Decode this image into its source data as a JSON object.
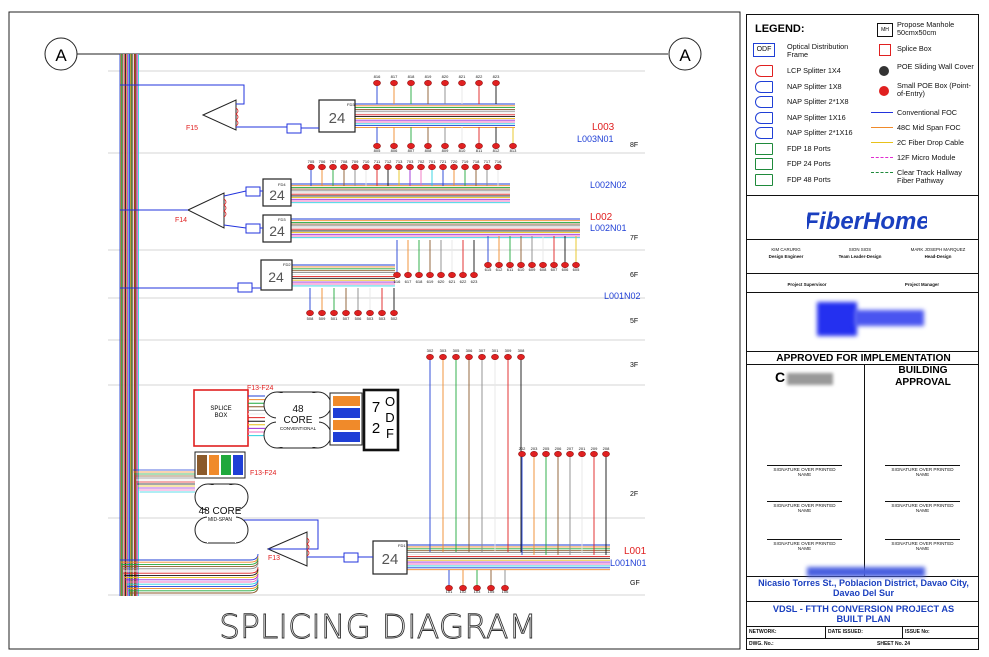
{
  "diagram": {
    "title": "SPLICING DIAGRAM",
    "grid_marker": "A",
    "floors": [
      "8F",
      "7F",
      "6F",
      "5F",
      "3F",
      "2F",
      "GF"
    ],
    "circuits": {
      "l003": "L003",
      "l003n01": "L003N01",
      "l002n02": "L002N02",
      "l002": "L002",
      "l002n01": "L002N01",
      "l001n02": "L001N02",
      "l001": "L001",
      "l001n01": "L001N01"
    },
    "fiber_labels": {
      "f15": "F15",
      "f14": "F14",
      "f13": "F13",
      "f13_f24a": "F13-F24",
      "f13_f24b": "F13-F24"
    },
    "splitter_text": "1x16",
    "fdp": {
      "fdp_a": "FD3",
      "fdp_b": "FD4",
      "fdp_c": "FD3",
      "fdp_d": "FD2",
      "fdp_e": "FD1",
      "ports": "24"
    },
    "splice_box": "SPLICE BOX",
    "core48_conv": {
      "line1": "48",
      "line2": "CORE",
      "line3": "CONVENTIONAL"
    },
    "core48_mid": {
      "line1": "48 CORE",
      "line2": "MID-SPAN"
    },
    "odf": {
      "a": "7",
      "b": "2",
      "c": "O",
      "d": "D",
      "e": "F"
    },
    "units": {
      "row8_top": [
        "816",
        "817",
        "818",
        "819",
        "820",
        "821",
        "822",
        "823"
      ],
      "row8_bot": [
        "805",
        "806",
        "807",
        "808",
        "809",
        "810",
        "811",
        "812",
        "813"
      ],
      "row7_top": [
        "705",
        "706",
        "707",
        "708",
        "709",
        "710",
        "711",
        "712",
        "713",
        "703",
        "702",
        "701",
        "721",
        "720",
        "719",
        "718",
        "717",
        "716"
      ],
      "row6": [
        "616",
        "617",
        "618",
        "619",
        "620",
        "621",
        "622",
        "623"
      ],
      "row6_right": [
        "615",
        "612",
        "611",
        "610",
        "609",
        "608",
        "607",
        "606",
        "605"
      ],
      "row5": [
        "508",
        "509",
        "501",
        "507",
        "506",
        "503",
        "503",
        "502"
      ],
      "row3": [
        "302",
        "303",
        "305",
        "306",
        "307",
        "301",
        "309",
        "308"
      ],
      "row2": [
        "202",
        "203",
        "205",
        "206",
        "207",
        "201",
        "209",
        "208"
      ],
      "rowgf": [
        "101",
        "102",
        "103",
        "105",
        "106"
      ]
    }
  },
  "legend": {
    "title": "LEGEND:",
    "items": [
      {
        "code": "ODF",
        "label": "Optical Distribution Frame"
      },
      {
        "label": "LCP Splitter 1X4"
      },
      {
        "label": "NAP Splitter 1X8"
      },
      {
        "label": "NAP Splitter 2*1X8"
      },
      {
        "label": "NAP Splitter 1X16"
      },
      {
        "label": "NAP Splitter 2*1X16"
      },
      {
        "label": "FDP 18 Ports"
      },
      {
        "label": "FDP 24 Ports"
      },
      {
        "label": "FDP 48 Ports"
      }
    ],
    "right_items": [
      {
        "code": "MH",
        "label": "Propose Manhole 50cmx50cm"
      },
      {
        "label": "Splice Box"
      },
      {
        "label": "POE Sliding Wall Cover"
      },
      {
        "label": "Small POE Box (Point-of-Entry)"
      }
    ],
    "lines": [
      {
        "label": "Conventional FOC",
        "color": "#2233dd"
      },
      {
        "label": "48C Mid Span FOC",
        "color": "#f08a2a"
      },
      {
        "label": "2C Fiber Drop Cable",
        "color": "#e8c21a"
      },
      {
        "label": "12F Micro Module",
        "color": "#e02bd0"
      },
      {
        "label": "Clear Track Hallway Fiber Pathway",
        "color": "#1f8a3b"
      }
    ]
  },
  "titleblock": {
    "logo": "FiberHome",
    "sign_names": [
      {
        "name": "KIM CARURIG",
        "role": "Design Engineer"
      },
      {
        "name": "SION SIOS",
        "role": "Team Leader-Design"
      },
      {
        "name": "MARK JOSEPH MARQUEZ",
        "role": "Head-Design"
      }
    ],
    "project_supervisor": "Project Supervisor",
    "project_manager": "Project Manager",
    "approved": "APPROVED FOR IMPLEMENTATION",
    "left_col_initial": "C",
    "building_approval": "BUILDING APPROVAL",
    "signature_label": "SIGNATURE OVER PRINTED NAME",
    "address": "Nicasio Torres St., Poblacion District, Davao City, Davao Del Sur",
    "project": "VDSL - FTTH CONVERSION PROJECT AS BUILT PLAN",
    "network_lbl": "NETWORK:",
    "date_lbl": "DATE ISSUED:",
    "issue_lbl": "ISSUE No:",
    "dwg_lbl": "DWG. No.:",
    "sheet_lbl": "SHEET No. 24"
  },
  "colors": {
    "fiber": [
      "#1f3fd6",
      "#f08a2a",
      "#1fa83b",
      "#8b5a2b",
      "#888888",
      "#e8e8e8",
      "#e02020",
      "#111111",
      "#e8c21a",
      "#9b2bd6",
      "#f070c0",
      "#2ad0e0"
    ],
    "brand": "#1a3fbf",
    "circuit_red": "#e02020",
    "circuit_blue": "#1f3fd6"
  }
}
